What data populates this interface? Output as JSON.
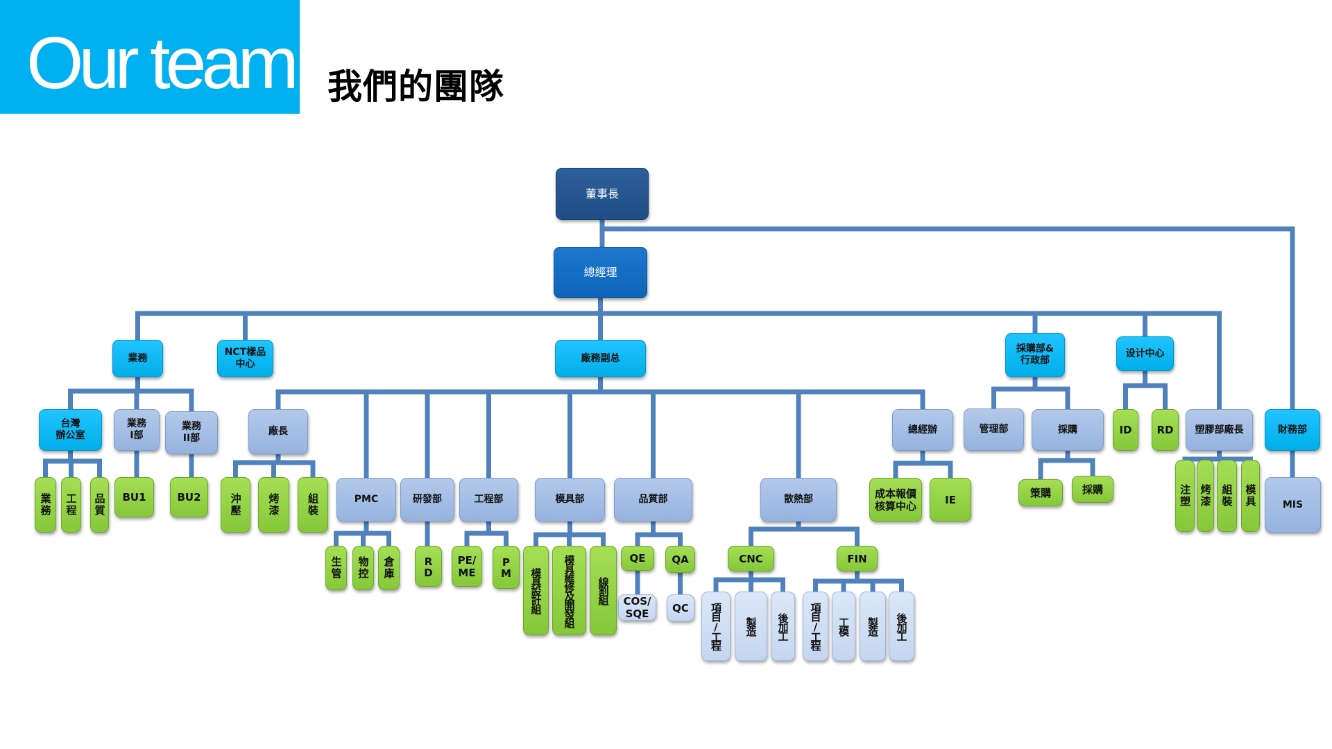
{
  "header": {
    "title_en": "Our team",
    "title_zh": "我們的團隊"
  },
  "colors": {
    "title_block": "#00b0f0",
    "connector": "#4f81bd",
    "navy": "#1f4e85",
    "royal": "#0f64b8",
    "cyan": "#00aee9",
    "steel": "#95b3e0",
    "green": "#86c83a",
    "pale": "#c4d6f0"
  },
  "org_chart": {
    "nodes": [
      {
        "id": "chairman",
        "label": "董事長",
        "style": "navy"
      },
      {
        "id": "gm",
        "label": "總經理",
        "style": "royal",
        "parent": "chairman"
      },
      {
        "id": "sales",
        "label": "業務",
        "style": "cyan",
        "parent": "gm"
      },
      {
        "id": "nct",
        "label": "NCT樣品\n中心",
        "style": "cyan",
        "parent": "gm"
      },
      {
        "id": "factory_vp",
        "label": "廠務副总",
        "style": "cyan",
        "parent": "gm"
      },
      {
        "id": "purchase_admin",
        "label": "採購部&\n行政部",
        "style": "cyan",
        "parent": "gm"
      },
      {
        "id": "design_center",
        "label": "设计中心",
        "style": "cyan",
        "parent": "gm"
      },
      {
        "id": "plastics_mgr",
        "label": "塑膠部廠長",
        "style": "steel",
        "parent": "gm"
      },
      {
        "id": "finance",
        "label": "財務部",
        "style": "cyan",
        "parent": "chairman"
      },
      {
        "id": "taiwan_office",
        "label": "台灣\n辦公室",
        "style": "cyan",
        "parent": "sales"
      },
      {
        "id": "sales_1",
        "label": "業務\nI部",
        "style": "steel",
        "parent": "sales"
      },
      {
        "id": "sales_2",
        "label": "業務\nII部",
        "style": "steel",
        "parent": "sales"
      },
      {
        "id": "plant_mgr",
        "label": "廠長",
        "style": "steel",
        "parent": "factory_vp"
      },
      {
        "id": "gm_office",
        "label": "總經辦",
        "style": "steel",
        "parent": "factory_vp"
      },
      {
        "id": "pmc",
        "label": "PMC",
        "style": "steel",
        "parent": "factory_vp"
      },
      {
        "id": "rnd_dept",
        "label": "研發部",
        "style": "steel",
        "parent": "factory_vp"
      },
      {
        "id": "eng_dept",
        "label": "工程部",
        "style": "steel",
        "parent": "factory_vp"
      },
      {
        "id": "mold_dept",
        "label": "模具部",
        "style": "steel",
        "parent": "factory_vp"
      },
      {
        "id": "quality_dept",
        "label": "品質部",
        "style": "steel",
        "parent": "factory_vp"
      },
      {
        "id": "thermal_dept",
        "label": "散熱部",
        "style": "steel",
        "parent": "factory_vp"
      },
      {
        "id": "mgmt_dept",
        "label": "管理部",
        "style": "steel",
        "parent": "purchase_admin"
      },
      {
        "id": "purchasing",
        "label": "採購",
        "style": "steel",
        "parent": "purchase_admin"
      },
      {
        "id": "id",
        "label": "ID",
        "style": "green",
        "parent": "design_center"
      },
      {
        "id": "rd",
        "label": "RD",
        "style": "green",
        "parent": "design_center"
      },
      {
        "id": "tw_sales",
        "label": "業務",
        "style": "green",
        "vertical": true,
        "parent": "taiwan_office"
      },
      {
        "id": "tw_eng",
        "label": "工程",
        "style": "green",
        "vertical": true,
        "parent": "taiwan_office"
      },
      {
        "id": "tw_quality",
        "label": "品質",
        "style": "green",
        "vertical": true,
        "parent": "taiwan_office"
      },
      {
        "id": "bu1",
        "label": "BU1",
        "style": "green",
        "parent": "sales_1"
      },
      {
        "id": "bu2",
        "label": "BU2",
        "style": "green",
        "parent": "sales_2"
      },
      {
        "id": "stamping",
        "label": "沖壓",
        "style": "green",
        "vertical": true,
        "parent": "plant_mgr"
      },
      {
        "id": "painting",
        "label": "烤漆",
        "style": "green",
        "vertical": true,
        "parent": "plant_mgr"
      },
      {
        "id": "assembly",
        "label": "組裝",
        "style": "green",
        "vertical": true,
        "parent": "plant_mgr"
      },
      {
        "id": "cost_center",
        "label": "成本報價\n核算中心",
        "style": "green",
        "parent": "gm_office"
      },
      {
        "id": "ie",
        "label": "IE",
        "style": "green",
        "parent": "gm_office"
      },
      {
        "id": "strategic_purchase",
        "label": "策購",
        "style": "green",
        "parent": "purchasing"
      },
      {
        "id": "purchase_exec",
        "label": "採購",
        "style": "green",
        "parent": "purchasing"
      },
      {
        "id": "injection",
        "label": "注塑",
        "style": "green",
        "vertical": true,
        "parent": "plastics_mgr"
      },
      {
        "id": "pl_painting",
        "label": "烤漆",
        "style": "green",
        "vertical": true,
        "parent": "plastics_mgr"
      },
      {
        "id": "pl_assembly",
        "label": "組裝",
        "style": "green",
        "vertical": true,
        "parent": "plastics_mgr"
      },
      {
        "id": "pl_mold",
        "label": "模具",
        "style": "green",
        "vertical": true,
        "parent": "plastics_mgr"
      },
      {
        "id": "mis",
        "label": "MIS",
        "style": "steel",
        "parent": "finance"
      },
      {
        "id": "prod_ctrl",
        "label": "生管",
        "style": "green",
        "vertical": true,
        "parent": "pmc"
      },
      {
        "id": "material_ctrl",
        "label": "物控",
        "style": "green",
        "vertical": true,
        "parent": "pmc"
      },
      {
        "id": "warehouse",
        "label": "倉庫",
        "style": "green",
        "vertical": true,
        "parent": "pmc"
      },
      {
        "id": "r_d",
        "label": "RD",
        "style": "green",
        "vertical": true,
        "tight": true,
        "parent": "rnd_dept"
      },
      {
        "id": "pe_me",
        "label": "PE/\nME",
        "style": "green",
        "parent": "eng_dept"
      },
      {
        "id": "pm",
        "label": "PM",
        "style": "green",
        "vertical": true,
        "tight": true,
        "parent": "eng_dept"
      },
      {
        "id": "mold_design",
        "label": "模具設計組",
        "style": "green",
        "vertical": true,
        "tight": true,
        "parent": "mold_dept"
      },
      {
        "id": "mold_repair",
        "label": "模具維修及開發組",
        "style": "green",
        "vertical": true,
        "tight": true,
        "parent": "mold_dept"
      },
      {
        "id": "wire_cut",
        "label": "線割組",
        "style": "green",
        "vertical": true,
        "tight": true,
        "parent": "mold_dept"
      },
      {
        "id": "qe",
        "label": "QE",
        "style": "green",
        "parent": "quality_dept"
      },
      {
        "id": "qa",
        "label": "QA",
        "style": "green",
        "parent": "quality_dept"
      },
      {
        "id": "cos_sqe",
        "label": "COS/\nSQE",
        "style": "pale",
        "parent": "qe"
      },
      {
        "id": "qc",
        "label": "QC",
        "style": "pale",
        "parent": "qa"
      },
      {
        "id": "cnc",
        "label": "CNC",
        "style": "green",
        "parent": "thermal_dept"
      },
      {
        "id": "fin",
        "label": "FIN",
        "style": "green",
        "parent": "thermal_dept"
      },
      {
        "id": "cnc_project",
        "label": "項目/工程",
        "style": "pale",
        "vertical": true,
        "tight": true,
        "parent": "cnc"
      },
      {
        "id": "cnc_mfg",
        "label": "製造",
        "style": "pale",
        "vertical": true,
        "tight": true,
        "parent": "cnc"
      },
      {
        "id": "cnc_post",
        "label": "後加工",
        "style": "pale",
        "vertical": true,
        "tight": true,
        "parent": "cnc"
      },
      {
        "id": "fin_project",
        "label": "項目/工程",
        "style": "pale",
        "vertical": true,
        "tight": true,
        "parent": "fin"
      },
      {
        "id": "fin_tooling",
        "label": "工模",
        "style": "pale",
        "vertical": true,
        "tight": true,
        "parent": "fin"
      },
      {
        "id": "fin_mfg",
        "label": "製造",
        "style": "pale",
        "vertical": true,
        "tight": true,
        "parent": "fin"
      },
      {
        "id": "fin_post",
        "label": "後加工",
        "style": "pale",
        "vertical": true,
        "tight": true,
        "parent": "fin"
      }
    ]
  }
}
